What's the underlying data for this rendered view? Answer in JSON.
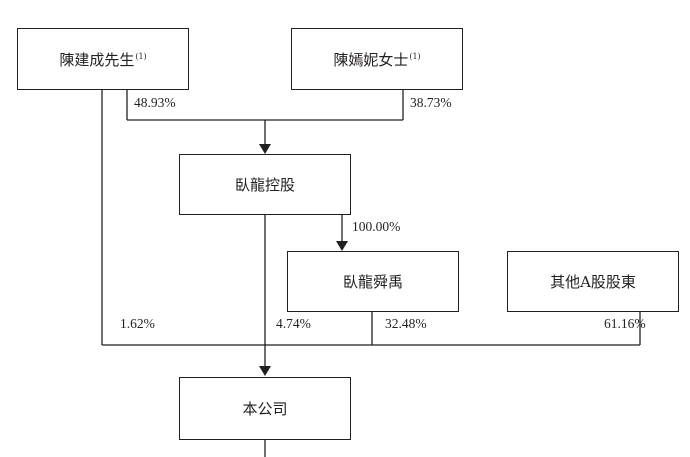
{
  "nodes": {
    "chen_jiancheng": {
      "name": "陳建成先生",
      "note": "(1)"
    },
    "chen_yanni": {
      "name": "陳嫣妮女士",
      "note": "(1)"
    },
    "wolong_holding": {
      "name": "臥龍控股"
    },
    "wolong_shunyu": {
      "name": "臥龍舜禹"
    },
    "other_a_shareholders": {
      "name": "其他A股股東"
    },
    "company": {
      "name": "本公司"
    }
  },
  "edges": {
    "chen_jiancheng_to_holding": "48.93%",
    "chen_yanni_to_holding": "38.73%",
    "holding_to_shunyu": "100.00%",
    "chen_jiancheng_to_company": "1.62%",
    "holding_to_company": "4.74%",
    "shunyu_to_company": "32.48%",
    "others_to_company": "61.16%"
  }
}
